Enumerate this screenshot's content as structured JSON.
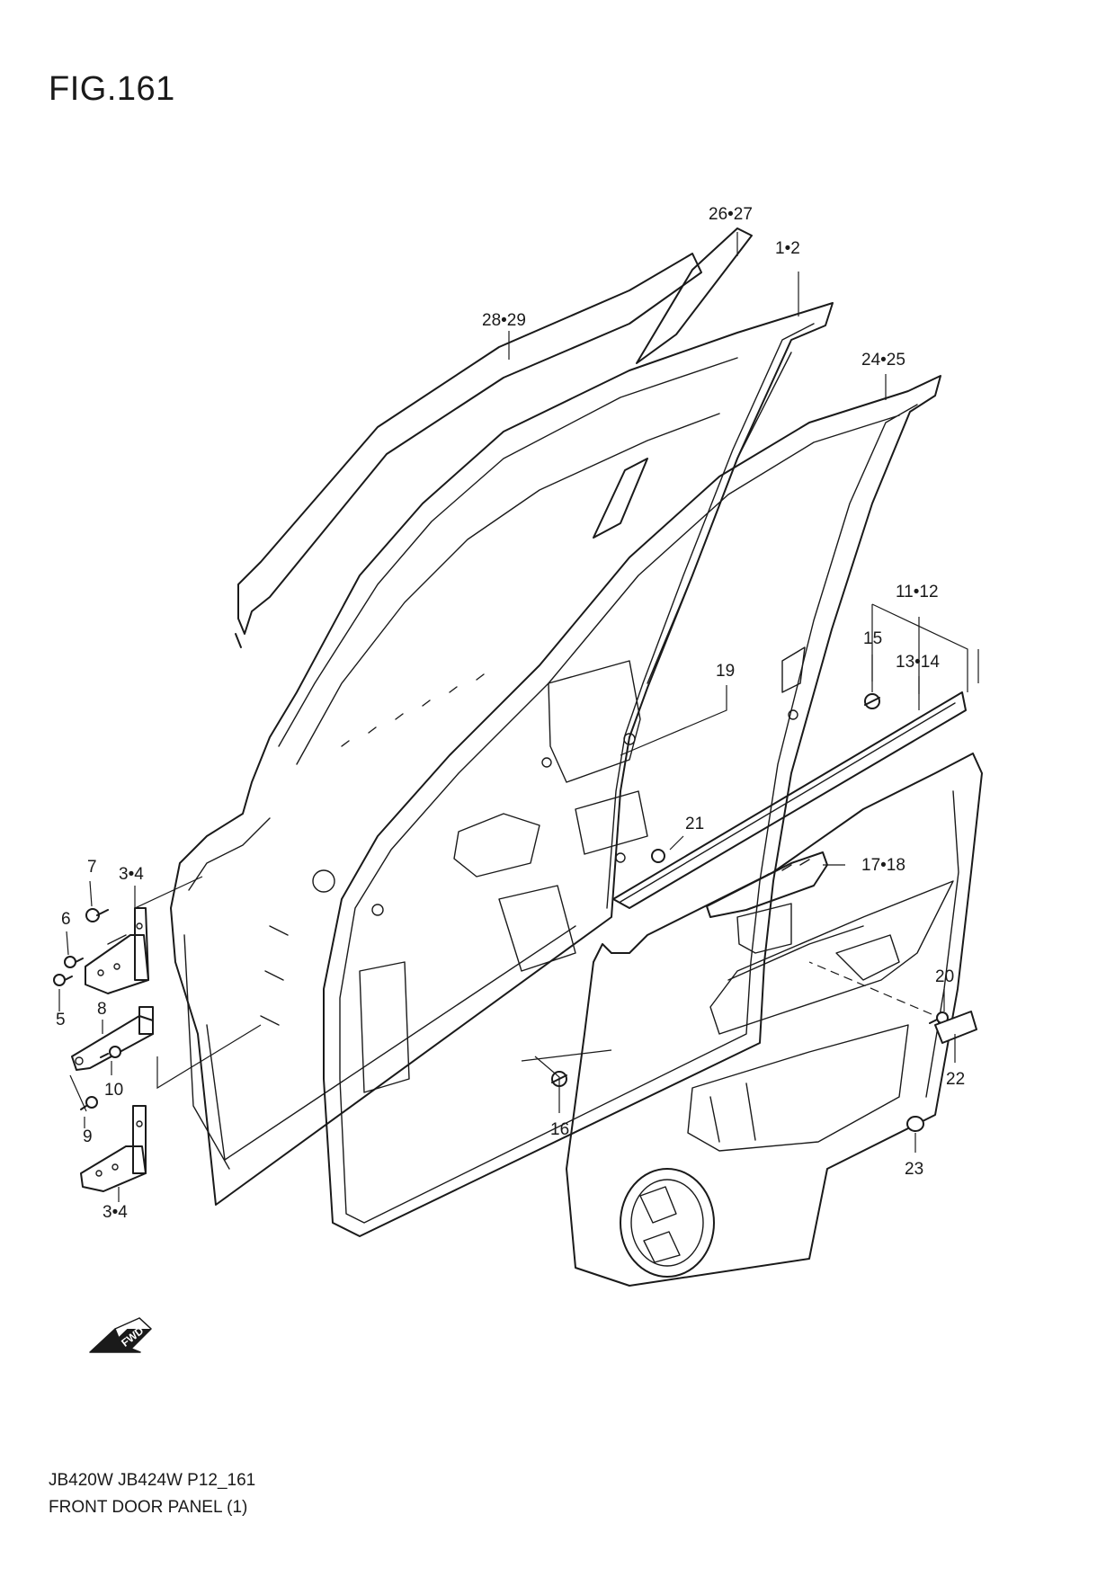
{
  "figure": {
    "title": "FIG.161",
    "model_code": "JB420W JB424W P12_161",
    "name": "FRONT DOOR PANEL (1)"
  },
  "callouts": {
    "c26_27": "26•27",
    "c1_2": "1•2",
    "c28_29": "28•29",
    "c24_25": "24•25",
    "c11_12": "11•12",
    "c15": "15",
    "c13_14": "13•14",
    "c19": "19",
    "c21": "21",
    "c17_18": "17•18",
    "c7": "7",
    "c3_4_top": "3•4",
    "c6": "6",
    "c5": "5",
    "c8": "8",
    "c10": "10",
    "c9": "9",
    "c3_4_bottom": "3•4",
    "c16": "16",
    "c20": "20",
    "c22": "22",
    "c23": "23"
  },
  "fwd_label": "FWD",
  "icons": [
    "fwd-arrow-icon"
  ]
}
